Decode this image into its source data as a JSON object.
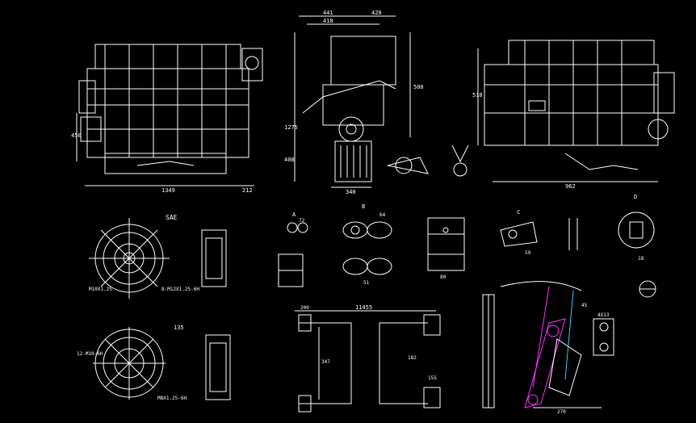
{
  "colors": {
    "bg": "#000000",
    "line": "#ffffff",
    "accent": "#ff33ff",
    "cyan": "#33ccff"
  },
  "front_view": {
    "width_label": "1349",
    "right_label": "212",
    "height_label": "450"
  },
  "side_view": {
    "top_a": "441",
    "top_b": "420",
    "dim_a": "418",
    "dim_b": "1275",
    "dim_c": "408",
    "bottom": "340",
    "right_h": "500"
  },
  "rear_view": {
    "width_label": "962",
    "height_label": "518"
  },
  "flywheel_top": {
    "title": "SAE",
    "label_a": "M10X1.25",
    "label_b": "8-M12X1.25-6H"
  },
  "flywheel_bottom": {
    "title": "135",
    "label_a": "12-M10-6H",
    "label_b": "M8X1.25-6H"
  },
  "bracket_center": {
    "top_label": "11455",
    "left_label": "200",
    "mid_a": "347",
    "mid_b": "182",
    "lower": "155"
  },
  "small_parts": {
    "a": "A",
    "b": "B",
    "c": "C",
    "d": "D",
    "dim1": "72",
    "dim2": "64",
    "dim3": "51",
    "dim4": "80",
    "dim5": "59",
    "dim6": "18"
  },
  "link_view": {
    "label": "4X13",
    "angle": "45",
    "bottom": "270"
  }
}
